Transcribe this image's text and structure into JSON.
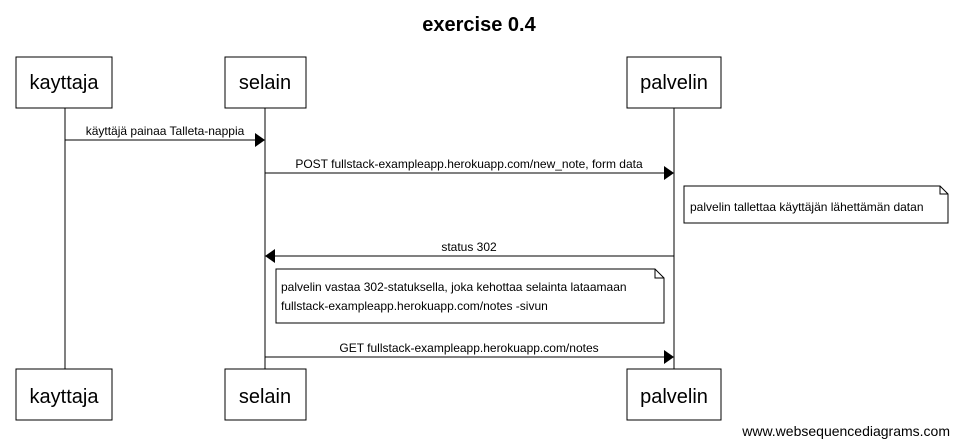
{
  "diagram": {
    "title": "exercise 0.4",
    "actors": {
      "kayttaja": "kayttaja",
      "selain": "selain",
      "palvelin": "palvelin"
    },
    "messages": {
      "m1": "käyttäjä painaa Talleta-nappia",
      "m2": "POST fullstack-exampleapp.herokuapp.com/new_note, form data",
      "m3": "status 302",
      "m4": "GET fullstack-exampleapp.herokuapp.com/notes"
    },
    "notes": {
      "n1": [
        "palvelin tallettaa käyttäjän lähettämän datan"
      ],
      "n2": [
        "palvelin vastaa 302-statuksella, joka kehottaa selainta lataamaan",
        "fullstack-exampleapp.herokuapp.com/notes -sivun"
      ]
    }
  },
  "footer": {
    "watermark": "www.websequencediagrams.com"
  }
}
